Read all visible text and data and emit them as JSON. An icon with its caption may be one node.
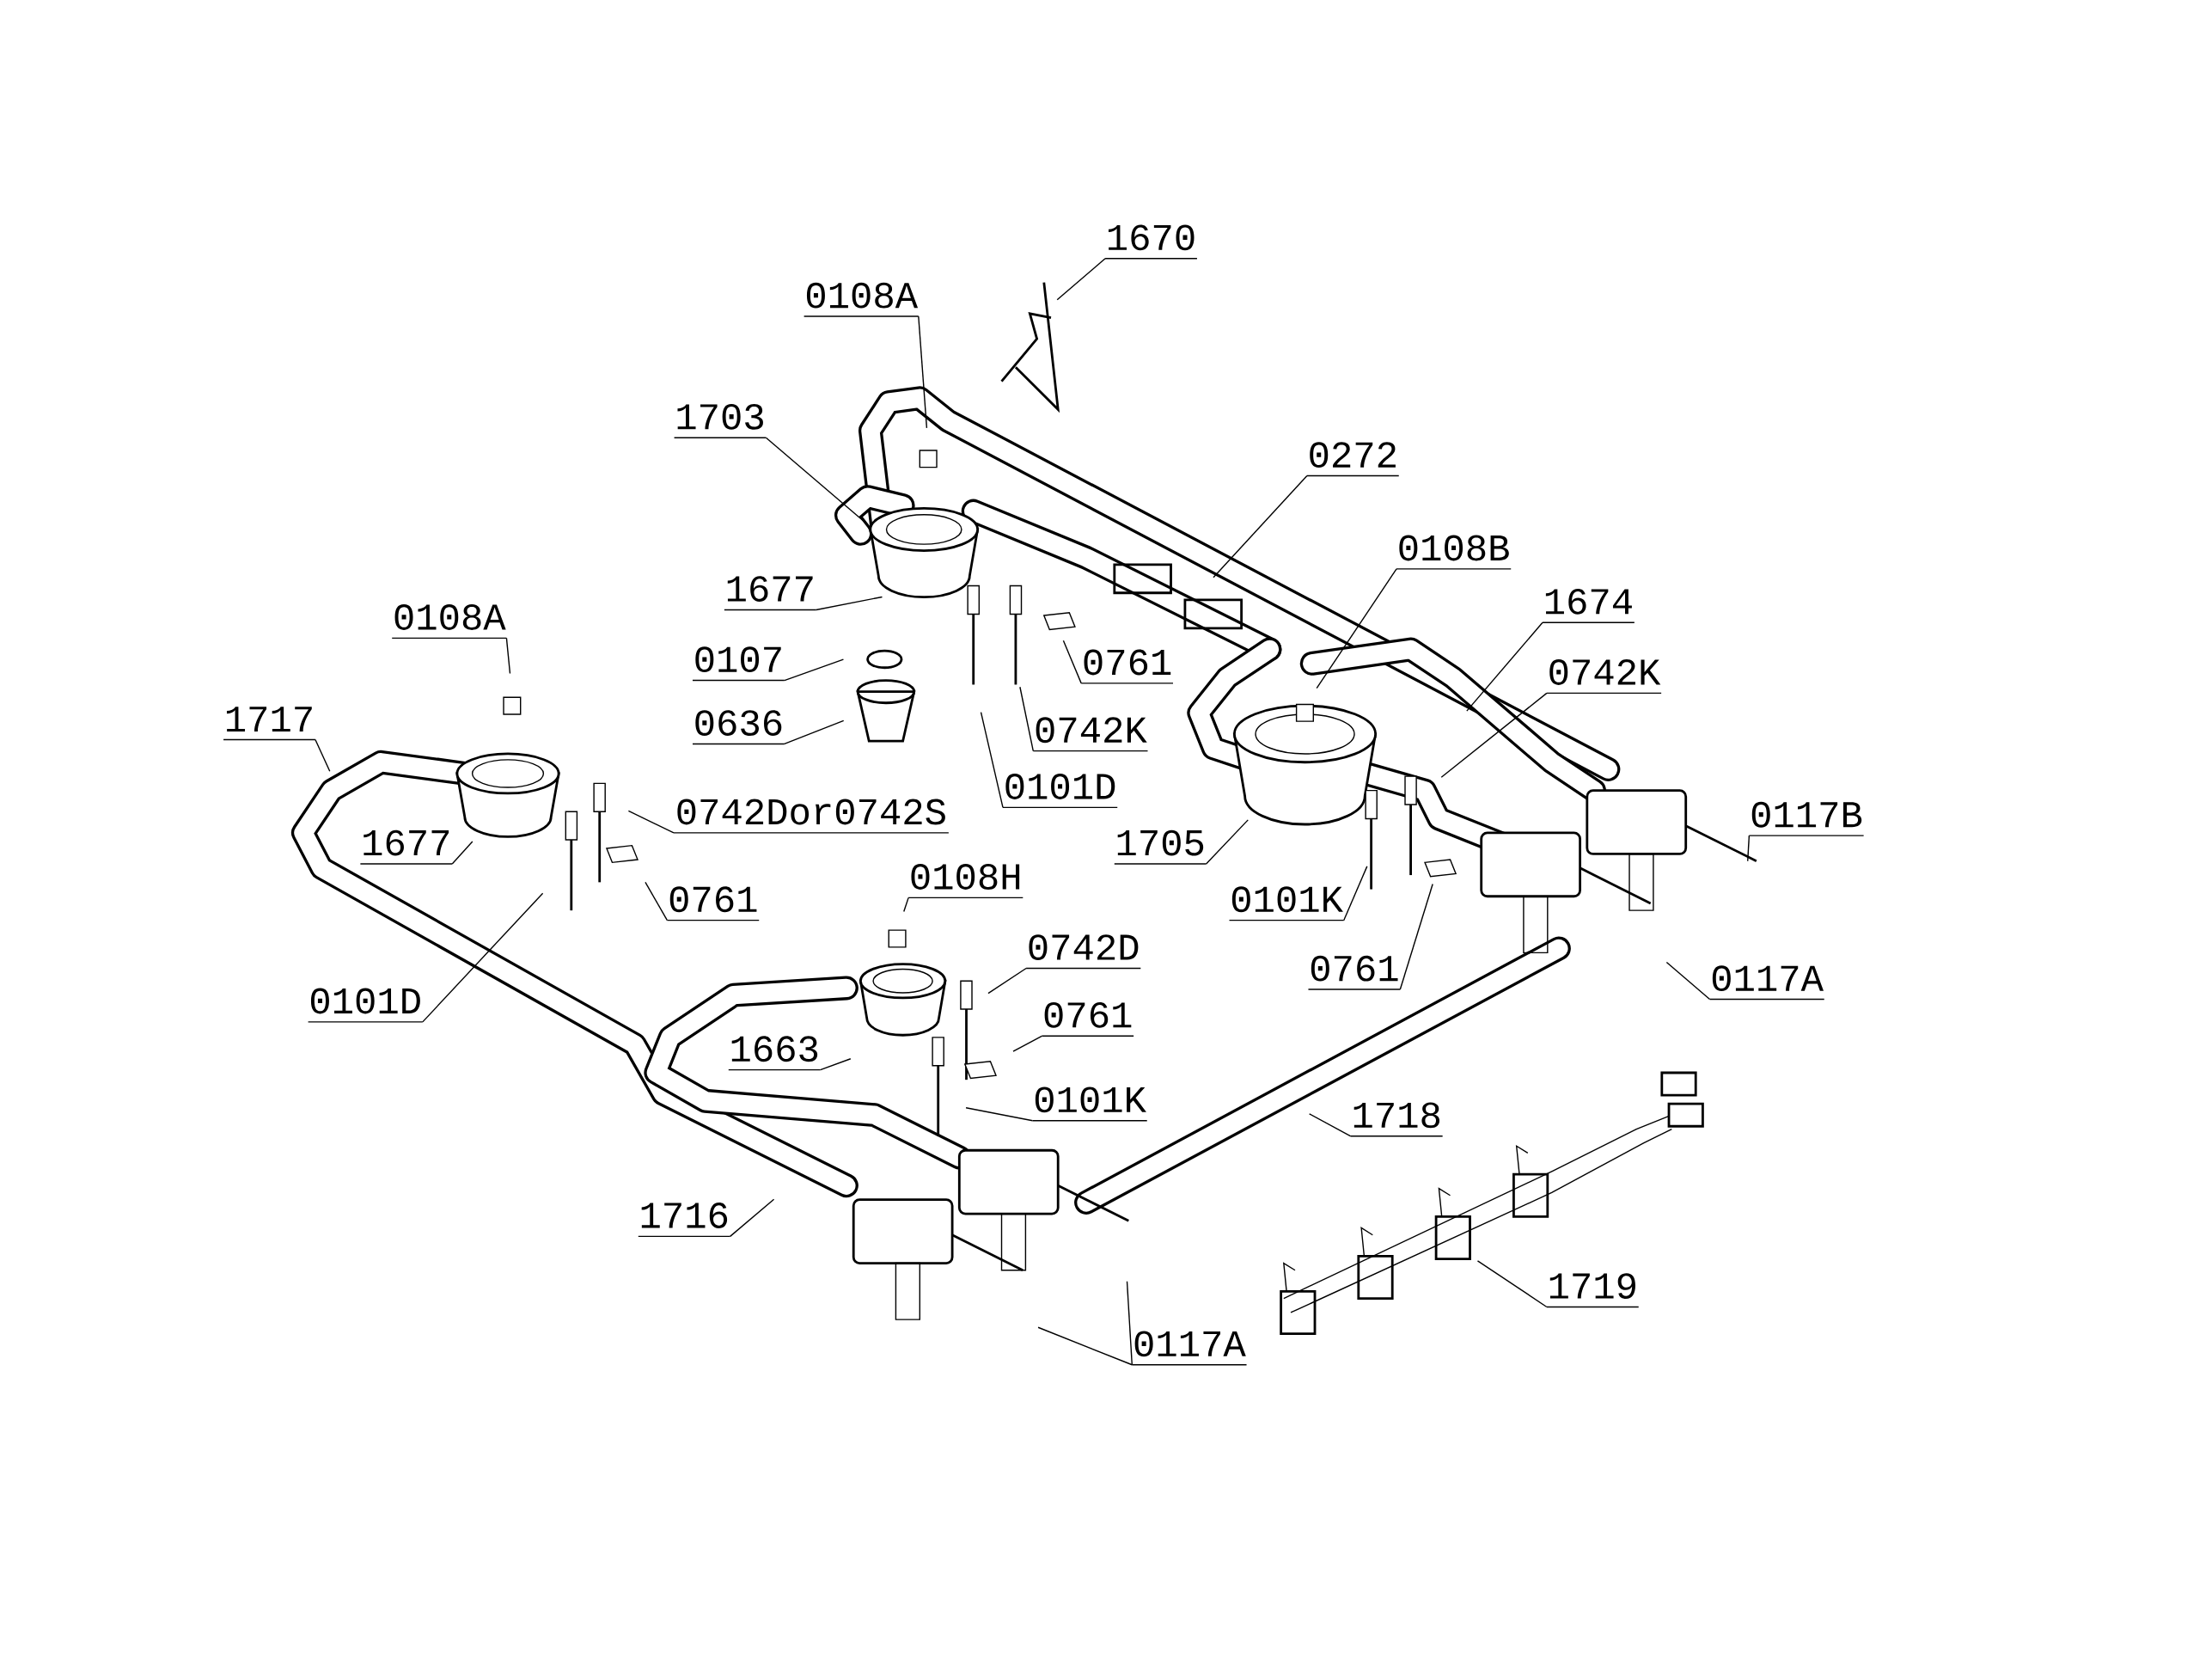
{
  "diagram": {
    "nodes": [
      {
        "text": [
          "1670"
        ]
      },
      {
        "text": [
          "0108A"
        ]
      },
      {
        "text": [
          "1703"
        ]
      },
      {
        "text": [
          "0272"
        ]
      },
      {
        "text": [
          "0108B"
        ]
      },
      {
        "text": [
          "1677"
        ]
      },
      {
        "text": [
          "1674"
        ]
      },
      {
        "text": [
          "0107"
        ]
      },
      {
        "text": [
          "0761"
        ]
      },
      {
        "text": [
          "0742K"
        ]
      },
      {
        "text": [
          "0108A"
        ]
      },
      {
        "text": [
          "0636"
        ]
      },
      {
        "text": [
          "0742K"
        ]
      },
      {
        "text": [
          "1717"
        ]
      },
      {
        "text": [
          "0101D"
        ]
      },
      {
        "text": [
          "0742Dor0742S"
        ]
      },
      {
        "text": [
          "1677"
        ]
      },
      {
        "text": [
          "1705"
        ]
      },
      {
        "text": [
          "0117B"
        ]
      },
      {
        "text": [
          "0761"
        ]
      },
      {
        "text": [
          "0101K"
        ]
      },
      {
        "text": [
          "0761"
        ]
      },
      {
        "text": [
          "0117A"
        ]
      },
      {
        "text": [
          "0108H"
        ]
      },
      {
        "text": [
          "0742D"
        ]
      },
      {
        "text": [
          "0101D"
        ]
      },
      {
        "text": [
          "1663"
        ]
      },
      {
        "text": [
          "0761"
        ]
      },
      {
        "text": [
          "0101K"
        ]
      },
      {
        "text": [
          "1718"
        ]
      },
      {
        "text": [
          "1716"
        ]
      },
      {
        "text": [
          "1719"
        ]
      },
      {
        "text": [
          "0117A"
        ]
      }
    ],
    "edges": [
      {
        "from": 0,
        "to": null,
        "arrow": "none"
      },
      {
        "from": 1,
        "to": null,
        "arrow": "none"
      },
      {
        "from": 2,
        "to": null,
        "arrow": "none"
      },
      {
        "from": 3,
        "to": null,
        "arrow": "none"
      },
      {
        "from": 4,
        "to": null,
        "arrow": "none"
      },
      {
        "from": 5,
        "to": null,
        "arrow": "none"
      },
      {
        "from": 6,
        "to": null,
        "arrow": "none"
      },
      {
        "from": 7,
        "to": null,
        "arrow": "none"
      },
      {
        "from": 8,
        "to": null,
        "arrow": "none"
      },
      {
        "from": 9,
        "to": null,
        "arrow": "none"
      },
      {
        "from": 10,
        "to": null,
        "arrow": "none"
      },
      {
        "from": 11,
        "to": null,
        "arrow": "none"
      },
      {
        "from": 12,
        "to": null,
        "arrow": "none"
      },
      {
        "from": 13,
        "to": null,
        "arrow": "none"
      },
      {
        "from": 14,
        "to": null,
        "arrow": "none"
      },
      {
        "from": 15,
        "to": null,
        "arrow": "none"
      },
      {
        "from": 16,
        "to": null,
        "arrow": "none"
      },
      {
        "from": 17,
        "to": null,
        "arrow": "none"
      },
      {
        "from": 18,
        "to": null,
        "arrow": "none"
      },
      {
        "from": 19,
        "to": null,
        "arrow": "none"
      },
      {
        "from": 20,
        "to": null,
        "arrow": "none"
      },
      {
        "from": 21,
        "to": null,
        "arrow": "none"
      },
      {
        "from": 22,
        "to": null,
        "arrow": "none"
      },
      {
        "from": 23,
        "to": null,
        "arrow": "none"
      },
      {
        "from": 24,
        "to": null,
        "arrow": "none"
      },
      {
        "from": 25,
        "to": null,
        "arrow": "none"
      },
      {
        "from": 26,
        "to": null,
        "arrow": "none"
      },
      {
        "from": 27,
        "to": null,
        "arrow": "none"
      },
      {
        "from": 28,
        "to": null,
        "arrow": "none"
      },
      {
        "from": 29,
        "to": null,
        "arrow": "none"
      },
      {
        "from": 30,
        "to": null,
        "arrow": "none"
      },
      {
        "from": 31,
        "to": null,
        "arrow": "none"
      },
      {
        "from": 32,
        "to": null,
        "arrow": "none"
      },
      {
        "from": 32,
        "to": null,
        "arrow": "none"
      }
    ]
  }
}
